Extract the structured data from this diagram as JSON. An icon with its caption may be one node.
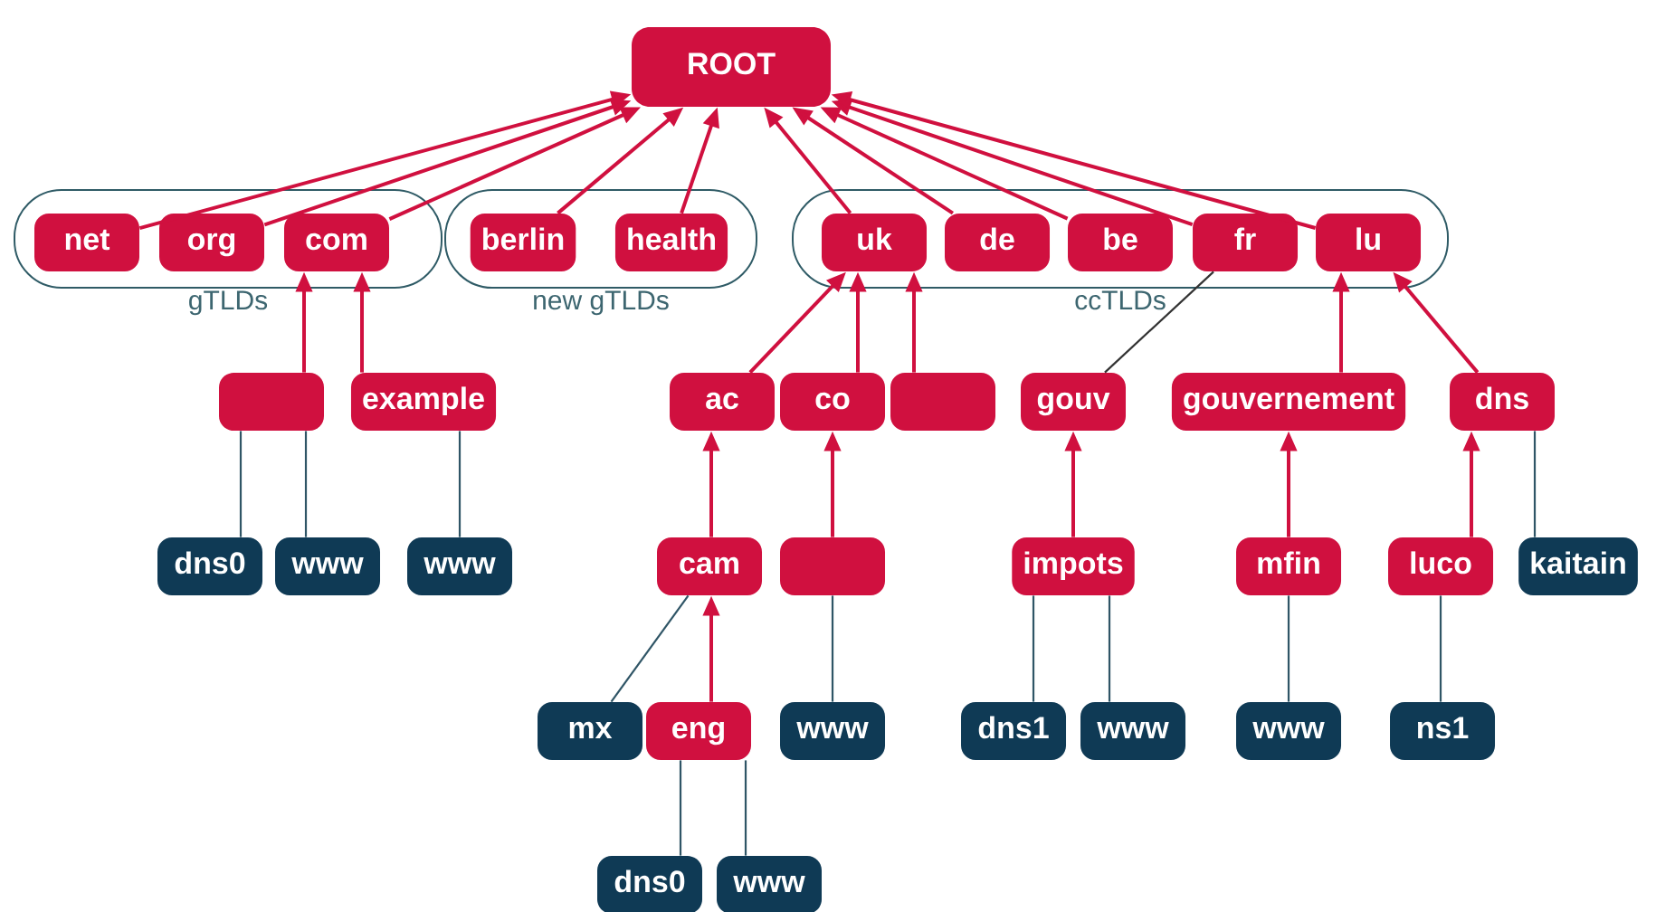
{
  "diagram": {
    "nodes": [
      {
        "text": [
          "ROOT"
        ]
      },
      {
        "text": [
          "gTLDs"
        ]
      },
      {
        "text": [
          "net"
        ],
        "in": 1
      },
      {
        "text": [
          "org"
        ],
        "in": 1
      },
      {
        "text": [
          "com"
        ],
        "in": 1
      },
      {
        "text": [
          "new gTLDs"
        ]
      },
      {
        "text": [
          "berlin"
        ],
        "in": 5
      },
      {
        "text": [
          "health"
        ],
        "in": 5
      },
      {
        "text": [
          "ccTLDs"
        ]
      },
      {
        "text": [
          "uk"
        ],
        "in": 8
      },
      {
        "text": [
          "de"
        ],
        "in": 8
      },
      {
        "text": [
          "be"
        ],
        "in": 8
      },
      {
        "text": [
          "fr"
        ],
        "in": 8
      },
      {
        "text": [
          "lu"
        ],
        "in": 8
      },
      {
        "text": [],
        "shape": "box"
      },
      {
        "text": [
          "example"
        ]
      },
      {
        "text": [
          "ac"
        ]
      },
      {
        "text": [
          "co"
        ]
      },
      {
        "text": [],
        "shape": "box"
      },
      {
        "text": [
          "gouv"
        ]
      },
      {
        "text": [
          "gouvernement"
        ]
      },
      {
        "text": [
          "dns"
        ]
      },
      {
        "text": [
          "dns0"
        ]
      },
      {
        "text": [
          "www"
        ]
      },
      {
        "text": [
          "www"
        ]
      },
      {
        "text": [
          "cam"
        ]
      },
      {
        "text": [],
        "shape": "box"
      },
      {
        "text": [
          "impots"
        ]
      },
      {
        "text": [
          "mfin"
        ]
      },
      {
        "text": [
          "luco"
        ]
      },
      {
        "text": [
          "kaitain"
        ]
      },
      {
        "text": [
          "mx"
        ]
      },
      {
        "text": [
          "eng"
        ]
      },
      {
        "text": [
          "www"
        ]
      },
      {
        "text": [
          "dns1"
        ]
      },
      {
        "text": [
          "www"
        ]
      },
      {
        "text": [
          "www"
        ]
      },
      {
        "text": [
          "ns1"
        ]
      },
      {
        "text": [
          "dns0"
        ]
      },
      {
        "text": [
          "www"
        ]
      }
    ],
    "edges": [
      {
        "from": 2,
        "to": 0,
        "arrow": "to"
      },
      {
        "from": 3,
        "to": 0,
        "arrow": "to"
      },
      {
        "from": 4,
        "to": 0,
        "arrow": "to"
      },
      {
        "from": 6,
        "to": 0,
        "arrow": "to"
      },
      {
        "from": 7,
        "to": 0,
        "arrow": "to"
      },
      {
        "from": 9,
        "to": 0,
        "arrow": "to"
      },
      {
        "from": 10,
        "to": 0,
        "arrow": "to"
      },
      {
        "from": 11,
        "to": 0,
        "arrow": "to"
      },
      {
        "from": 12,
        "to": 0,
        "arrow": "to"
      },
      {
        "from": 13,
        "to": 0,
        "arrow": "to"
      },
      {
        "from": 14,
        "to": 4,
        "arrow": "to"
      },
      {
        "from": 15,
        "to": 4,
        "arrow": "to"
      },
      {
        "from": 16,
        "to": 9,
        "arrow": "to"
      },
      {
        "from": 17,
        "to": 9,
        "arrow": "to"
      },
      {
        "from": 18,
        "to": 9,
        "arrow": "to"
      },
      {
        "from": 12,
        "to": 19,
        "arrow": "none",
        "color": "#333333"
      },
      {
        "from": 20,
        "to": 13,
        "arrow": "to"
      },
      {
        "from": 21,
        "to": 13,
        "arrow": "to"
      },
      {
        "from": 14,
        "to": 22,
        "arrow": "none",
        "color": "#2f5566"
      },
      {
        "from": 14,
        "to": 23,
        "arrow": "none",
        "color": "#2f5566"
      },
      {
        "from": 15,
        "to": 24,
        "arrow": "none",
        "color": "#2f5566"
      },
      {
        "from": 25,
        "to": 16,
        "arrow": "to"
      },
      {
        "from": 26,
        "to": 17,
        "arrow": "to"
      },
      {
        "from": 27,
        "to": 19,
        "arrow": "to"
      },
      {
        "from": 28,
        "to": 20,
        "arrow": "to"
      },
      {
        "from": 29,
        "to": 21,
        "arrow": "to"
      },
      {
        "from": 21,
        "to": 30,
        "arrow": "none",
        "color": "#2f5566"
      },
      {
        "from": 25,
        "to": 31,
        "arrow": "none",
        "color": "#2f5566"
      },
      {
        "from": 32,
        "to": 25,
        "arrow": "to"
      },
      {
        "from": 26,
        "to": 33,
        "arrow": "none",
        "color": "#2f5566"
      },
      {
        "from": 27,
        "to": 34,
        "arrow": "none",
        "color": "#2f5566"
      },
      {
        "from": 27,
        "to": 35,
        "arrow": "none",
        "color": "#2f5566"
      },
      {
        "from": 28,
        "to": 36,
        "arrow": "none",
        "color": "#2f5566"
      },
      {
        "from": 29,
        "to": 37,
        "arrow": "none",
        "color": "#2f5566"
      },
      {
        "from": 32,
        "to": 38,
        "arrow": "none",
        "color": "#2f5566"
      },
      {
        "from": 32,
        "to": 39,
        "arrow": "none",
        "color": "#2f5566"
      }
    ]
  }
}
